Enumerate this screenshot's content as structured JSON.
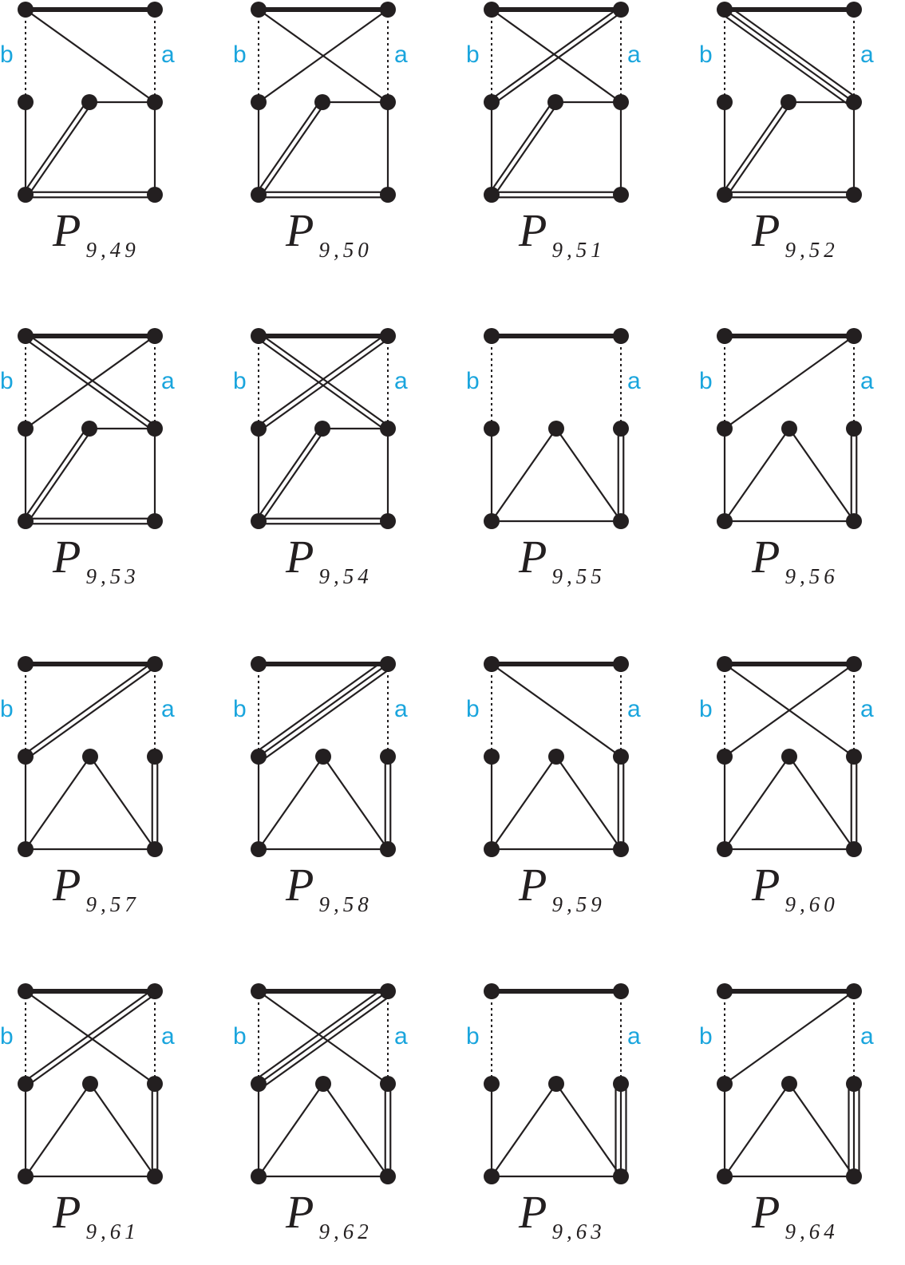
{
  "labels": {
    "left": "b",
    "right": "a"
  },
  "colors": {
    "ink": "#231f20",
    "label": "#1aa5dd"
  },
  "graphs": [
    {
      "name": "P",
      "sub": "9,49",
      "top": "bold",
      "cross": [
        "D",
        "B"
      ],
      "twin": [
        "Y",
        "W"
      ],
      "ortho": [
        "W",
        "D"
      ],
      "bundle": {
        "D-C": 2,
        "D-E": 2
      },
      "rect": true
    },
    {
      "name": "P",
      "sub": "9,50",
      "top": "bold",
      "cross": [
        "D",
        "B",
        "A",
        "C"
      ],
      "twin": [
        "Y",
        "W"
      ],
      "ortho": [
        "W",
        "D"
      ],
      "bundle": {
        "D-E": 2
      },
      "rect": true
    },
    {
      "name": "P",
      "sub": "9,51",
      "top": "bold",
      "cross": [
        "D",
        "B",
        "A",
        "C"
      ],
      "twin": [
        "Y",
        "W"
      ],
      "ortho": [
        "W",
        "D"
      ],
      "bundle": {
        "B-C": 2,
        "D-E": 2,
        "D-F": 2
      },
      "rect": true
    },
    {
      "name": "P",
      "sub": "9,52",
      "top": "bold",
      "cross": [
        "D",
        "B"
      ],
      "twin": [
        "Y",
        "W"
      ],
      "ortho": [
        "W",
        "D"
      ],
      "bundle": {
        "A-D": 3,
        "D-E": 2,
        "D-F": 2
      },
      "rect": true
    },
    {
      "name": "P",
      "sub": "9,53",
      "top": "bold",
      "cross": [
        "D",
        "B",
        "A",
        "C"
      ],
      "twin": [
        "Y",
        "W"
      ],
      "ortho": [
        "W",
        "D"
      ],
      "bundle": {
        "A-D": 2,
        "D-E": 2,
        "D-F": 2
      },
      "rect": true
    },
    {
      "name": "P",
      "sub": "9,54",
      "top": "bold",
      "cross": [
        "D",
        "B",
        "A",
        "C"
      ],
      "twin": [
        "Y",
        "W"
      ],
      "ortho": [
        "W",
        "D"
      ],
      "bundle": {
        "A-D": 2,
        "B-C": 2,
        "D-E": 2,
        "D-F": 2
      },
      "rect": true
    },
    {
      "name": "P",
      "sub": "9,55",
      "top": "bold",
      "cross": [],
      "tri": true,
      "bundle": {
        "D-F": 2
      }
    },
    {
      "name": "P",
      "sub": "9,56",
      "top": "bold",
      "cross": [
        "B",
        "C"
      ],
      "tri": true,
      "bundle": {
        "D-F": 2
      }
    },
    {
      "name": "P",
      "sub": "9,57",
      "top": "bold",
      "cross": [
        "B",
        "C"
      ],
      "tri": true,
      "bundle": {
        "B-C": 2,
        "D-F": 2
      }
    },
    {
      "name": "P",
      "sub": "9,58",
      "top": "bold",
      "cross": [
        "B",
        "C"
      ],
      "tri": true,
      "bundle": {
        "B-C": 3,
        "D-F": 2
      }
    },
    {
      "name": "P",
      "sub": "9,59",
      "top": "bold",
      "cross": [
        "A",
        "D"
      ],
      "tri": true,
      "bundle": {
        "D-F": 2
      }
    },
    {
      "name": "P",
      "sub": "9,60",
      "top": "bold",
      "cross": [
        "A",
        "D",
        "B",
        "C"
      ],
      "tri": true,
      "bundle": {
        "D-F": 2
      }
    },
    {
      "name": "P",
      "sub": "9,61",
      "top": "bold",
      "cross": [
        "A",
        "D",
        "B",
        "C"
      ],
      "tri": true,
      "bundle": {
        "B-C": 2,
        "D-F": 2
      }
    },
    {
      "name": "P",
      "sub": "9,62",
      "top": "bold",
      "cross": [
        "A",
        "D",
        "B",
        "C"
      ],
      "tri": true,
      "bundle": {
        "B-C": 3,
        "D-F": 2
      }
    },
    {
      "name": "P",
      "sub": "9,63",
      "top": "bold",
      "cross": [],
      "tri": true,
      "bundle": {
        "D-F": 3
      }
    },
    {
      "name": "P",
      "sub": "9,64",
      "top": "bold",
      "cross": [
        "B",
        "C"
      ],
      "tri": true,
      "bundle": {
        "D-F": 3
      }
    }
  ]
}
